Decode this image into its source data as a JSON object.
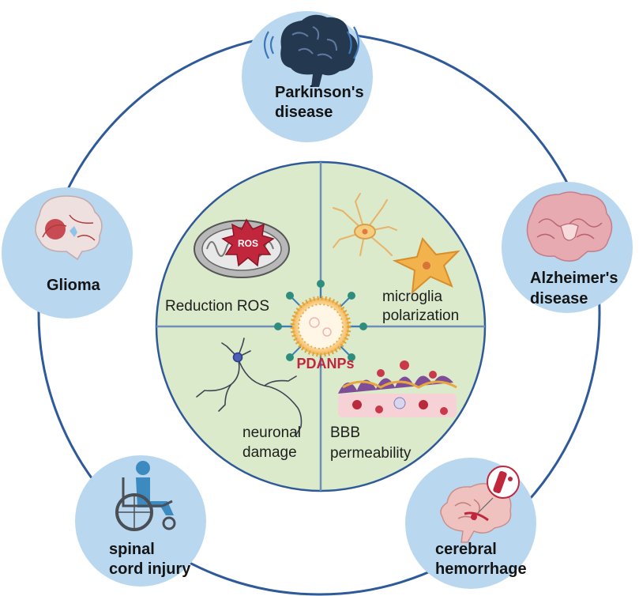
{
  "colors": {
    "ring": "#2f5a9a",
    "node_fill": "#b9d8f0",
    "center_fill": "#dbeacb",
    "divider": "#6f8fb8",
    "nanoparticle_label": "#c0273d"
  },
  "center": {
    "nanoparticle_label": "PDANPs",
    "quadrants": {
      "top_left": {
        "label": "Reduction ROS",
        "icon_text": "ROS"
      },
      "top_right": {
        "lines": [
          "microglia",
          "polarization"
        ]
      },
      "bottom_left": {
        "lines": [
          "neuronal",
          "damage"
        ]
      },
      "bottom_right": {
        "lines": [
          "BBB",
          "permeability"
        ]
      }
    }
  },
  "nodes": {
    "parkinsons": {
      "lines": [
        "Parkinson's",
        "disease"
      ],
      "icon": "brain-icon"
    },
    "alzheimers": {
      "lines": [
        "Alzheimer's",
        "disease"
      ],
      "icon": "brain-section-icon"
    },
    "glioma": {
      "lines": [
        "Glioma"
      ],
      "icon": "brain-tumor-icon"
    },
    "spinal": {
      "lines": [
        "spinal",
        "cord injury"
      ],
      "icon": "wheelchair-icon"
    },
    "cerebral": {
      "lines": [
        "cerebral",
        "hemorrhage"
      ],
      "icon": "brain-hemorrhage-icon"
    }
  }
}
